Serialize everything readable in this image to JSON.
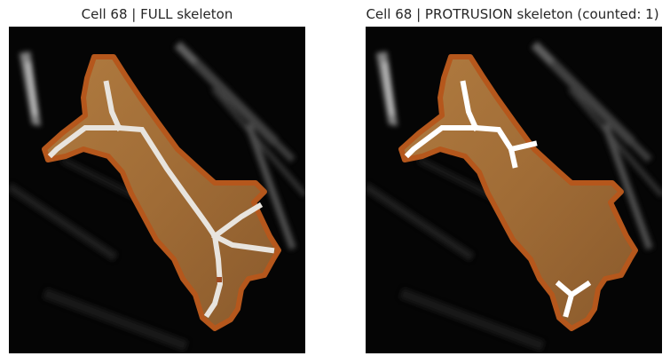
{
  "panels": [
    {
      "title": "Cell 68 | FULL skeleton",
      "skeleton": "full"
    },
    {
      "title": "Cell 68 | PROTRUSION skeleton (counted: 1)",
      "skeleton": "protrusion"
    }
  ],
  "colors": {
    "background": "#050505",
    "cell_fill": "#a9743a",
    "cell_outline": "#b5571c",
    "skeleton_full": "#e8e4de",
    "skeleton_protrusion": "#ffffff",
    "branch_point": "#9e4b23"
  }
}
